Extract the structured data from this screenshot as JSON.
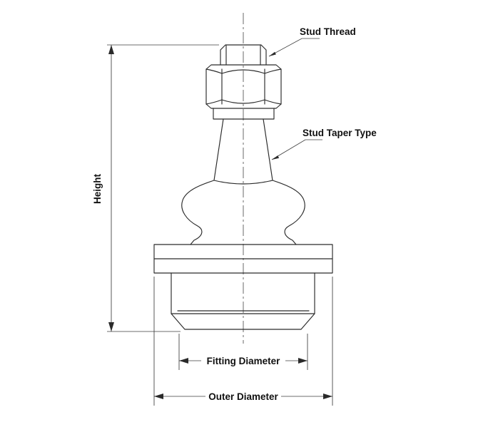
{
  "labels": {
    "stud_thread": "Stud Thread",
    "stud_taper_type": "Stud Taper Type",
    "height": "Height",
    "fitting_diameter": "Fitting Diameter",
    "outer_diameter": "Outer Diameter"
  },
  "colors": {
    "line": "#2a2a2a",
    "text": "#101010",
    "background": "#ffffff"
  }
}
